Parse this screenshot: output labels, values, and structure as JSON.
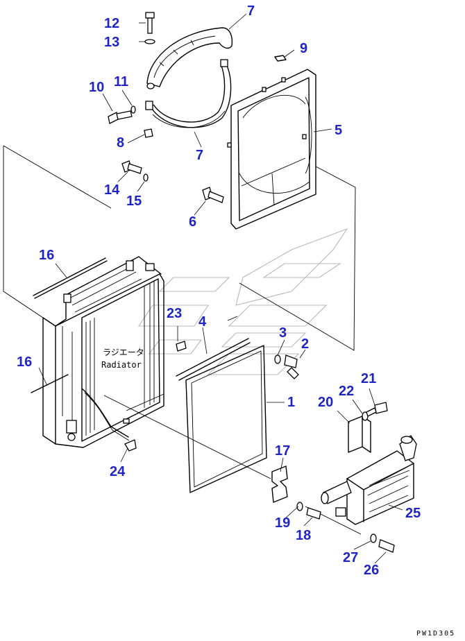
{
  "diagram": {
    "plate_label_jp": "ラジエータ",
    "plate_label_en": "Radiator",
    "drawing_code": "PW1D305",
    "callouts": [
      {
        "id": "c12",
        "text": "12"
      },
      {
        "id": "c13",
        "text": "13"
      },
      {
        "id": "c7a",
        "text": "7"
      },
      {
        "id": "c9",
        "text": "9"
      },
      {
        "id": "c10",
        "text": "10"
      },
      {
        "id": "c11",
        "text": "11"
      },
      {
        "id": "c5",
        "text": "5"
      },
      {
        "id": "c8",
        "text": "8"
      },
      {
        "id": "c7b",
        "text": "7"
      },
      {
        "id": "c14",
        "text": "14"
      },
      {
        "id": "c15",
        "text": "15"
      },
      {
        "id": "c6",
        "text": "6"
      },
      {
        "id": "c16a",
        "text": "16"
      },
      {
        "id": "c23",
        "text": "23"
      },
      {
        "id": "c4",
        "text": "4"
      },
      {
        "id": "c3",
        "text": "3"
      },
      {
        "id": "c2",
        "text": "2"
      },
      {
        "id": "c16b",
        "text": "16"
      },
      {
        "id": "c1",
        "text": "1"
      },
      {
        "id": "c21",
        "text": "21"
      },
      {
        "id": "c22",
        "text": "22"
      },
      {
        "id": "c20",
        "text": "20"
      },
      {
        "id": "c24",
        "text": "24"
      },
      {
        "id": "c17",
        "text": "17"
      },
      {
        "id": "c25",
        "text": "25"
      },
      {
        "id": "c19",
        "text": "19"
      },
      {
        "id": "c18",
        "text": "18"
      },
      {
        "id": "c27",
        "text": "27"
      },
      {
        "id": "c26",
        "text": "26"
      }
    ]
  }
}
